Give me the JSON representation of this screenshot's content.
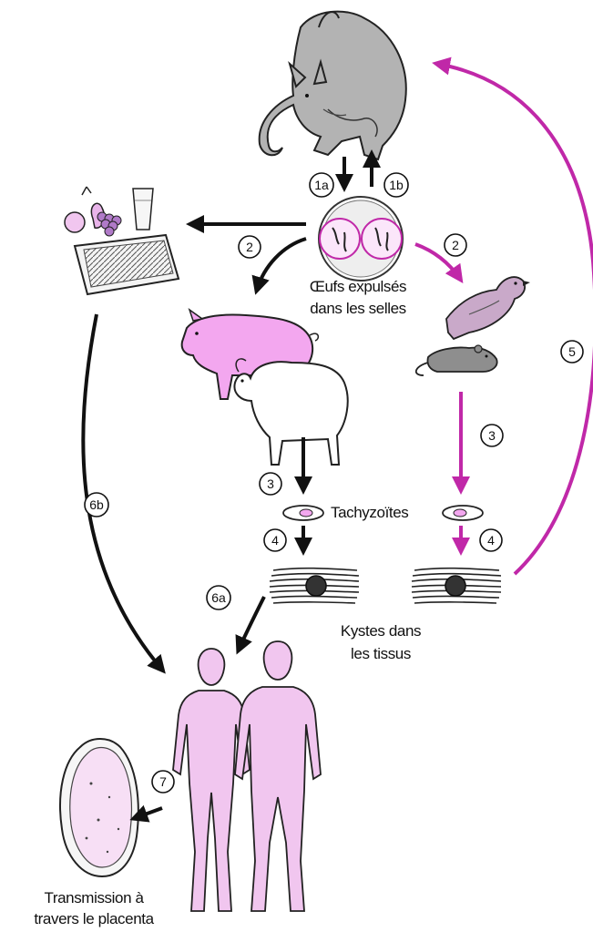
{
  "labels": {
    "eggs_line1": "Œufs expulsés",
    "eggs_line2": "dans les selles",
    "tachyzoites": "Tachyzoïtes",
    "cysts_line1": "Kystes dans",
    "cysts_line2": "les tissus",
    "placenta_line1": "Transmission à",
    "placenta_line2": "travers le placenta"
  },
  "steps": {
    "s1a": "1a",
    "s1b": "1b",
    "s2_left": "2",
    "s2_right": "2",
    "s3_left": "3",
    "s3_right": "3",
    "s4_left": "4",
    "s4_right": "4",
    "s5": "5",
    "s6a": "6a",
    "s6b": "6b",
    "s7": "7"
  },
  "colors": {
    "human_path": "#111111",
    "animal_path": "#c028a8",
    "pink_fill": "#f1c6ef",
    "pig_fill": "#f3a7ef"
  }
}
